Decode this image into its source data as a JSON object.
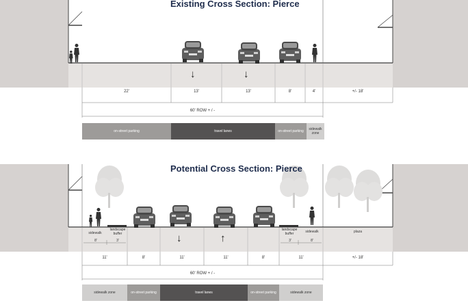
{
  "colors": {
    "building": "#d6d2d0",
    "ground": "#e8e5e3",
    "road": "#e5e3e1",
    "parking_bar": "#9d9b99",
    "travel_bar": "#545252",
    "sidewalk_bar": "#d0cfce",
    "title": "#1f2d4d",
    "car": "#5e5e5e",
    "tree": "#dedddc"
  },
  "existing": {
    "title": "Existing Cross Section: Pierce",
    "arrows": [
      "↓",
      "↓"
    ],
    "dimensions": [
      "22'",
      "13'",
      "13'",
      "8'",
      "4'",
      "+/- 18'"
    ],
    "row_label": "60' ROW + / -",
    "bars": [
      "on-street parking",
      "travel lanes",
      "on-street parking",
      "sidewalk zone"
    ]
  },
  "potential": {
    "title": "Potential Cross Section: Pierce",
    "labels": {
      "sidewalk_left": "sidewalk",
      "buffer_left": "landscape buffer",
      "buffer_right": "landscape buffer",
      "sidewalk_right": "sidewalk",
      "plaza": "plaza"
    },
    "sub_dims_left": [
      "8'",
      "3'"
    ],
    "sub_dims_right": [
      "3'",
      "8'"
    ],
    "arrows": [
      "↓",
      "↑"
    ],
    "dimensions": [
      "11'",
      "8'",
      "11'",
      "11'",
      "8'",
      "11'",
      "+/- 18'"
    ],
    "row_label": "60' ROW + / -",
    "bars": [
      "sidewalk zone",
      "on-street parking",
      "travel lanes",
      "on-street parking",
      "sidewalk zone"
    ]
  }
}
